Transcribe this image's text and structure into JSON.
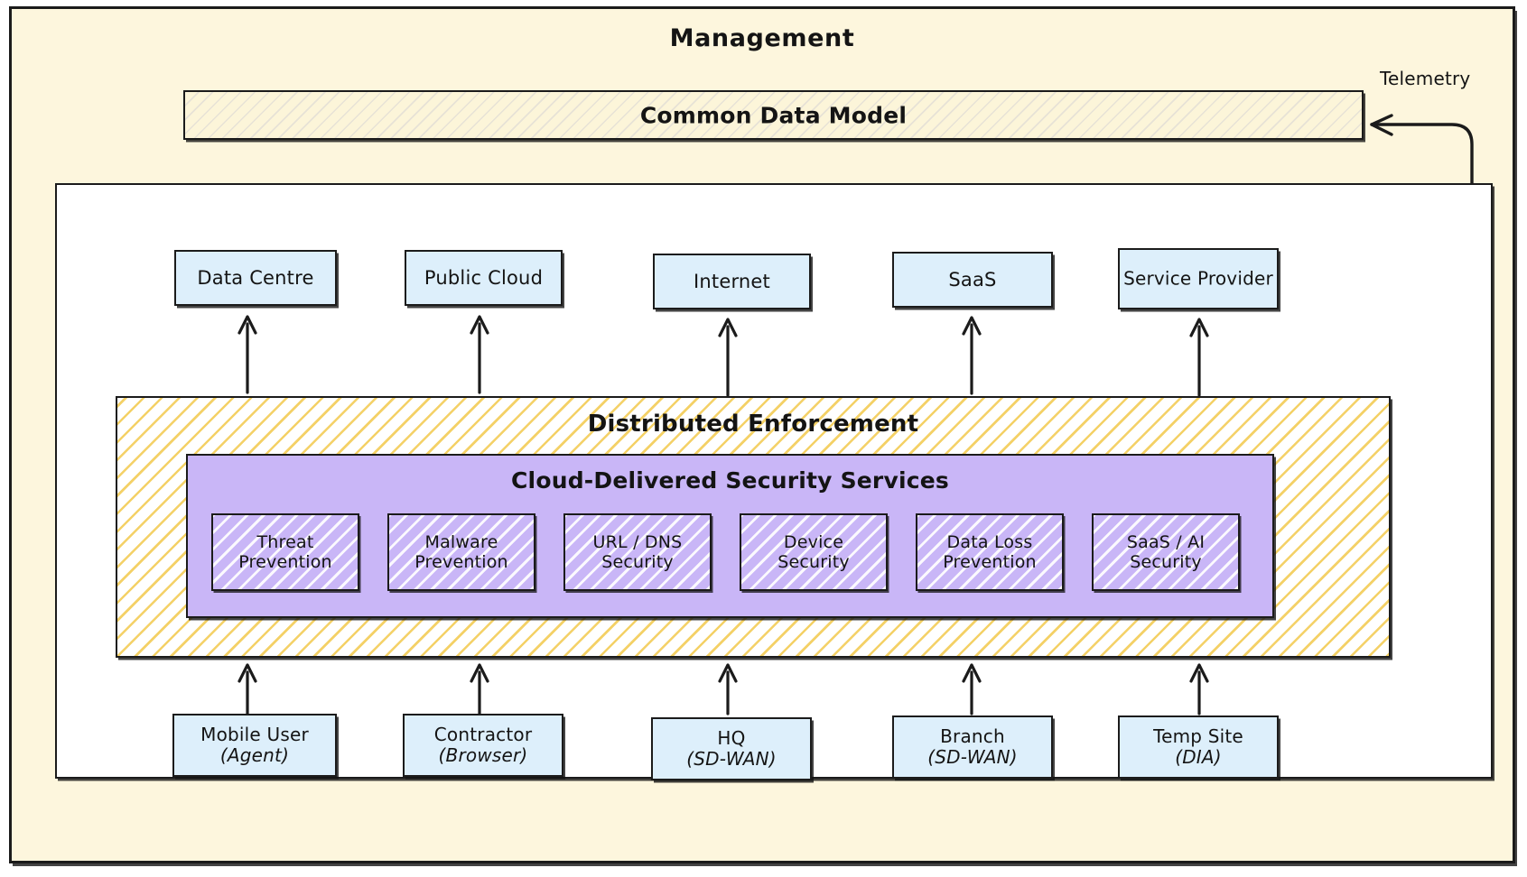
{
  "diagram": {
    "title": "Management",
    "common_data_model": {
      "label": "Common Data Model"
    },
    "telemetry": {
      "label": "Telemetry",
      "icon": "curved-arrow-icon"
    },
    "destinations": [
      {
        "label": "Data Centre"
      },
      {
        "label": "Public Cloud"
      },
      {
        "label": "Internet"
      },
      {
        "label": "SaaS"
      },
      {
        "label": "Service Provider"
      }
    ],
    "enforcement": {
      "title": "Distributed Enforcement",
      "security_services": {
        "title": "Cloud-Delivered Security Services",
        "items": [
          {
            "line1": "Threat",
            "line2": "Prevention"
          },
          {
            "line1": "Malware",
            "line2": "Prevention"
          },
          {
            "line1": "URL / DNS",
            "line2": "Security"
          },
          {
            "line1": "Device",
            "line2": "Security"
          },
          {
            "line1": "Data Loss",
            "line2": "Prevention"
          },
          {
            "line1": "SaaS / AI",
            "line2": "Security"
          }
        ]
      }
    },
    "sources": [
      {
        "line1": "Mobile User",
        "line2": "(Agent)"
      },
      {
        "line1": "Contractor",
        "line2": "(Browser)"
      },
      {
        "line1": "HQ",
        "line2": "(SD-WAN)"
      },
      {
        "line1": "Branch",
        "line2": "(SD-WAN)"
      },
      {
        "line1": "Temp Site",
        "line2": "(DIA)"
      }
    ],
    "colors": {
      "management_bg": "#fdf6dd",
      "node_blue": "#ddeffb",
      "security_purple": "#c9b6f7",
      "hatch_gold": "#f2c94c",
      "stroke": "#1b1b1b"
    }
  }
}
